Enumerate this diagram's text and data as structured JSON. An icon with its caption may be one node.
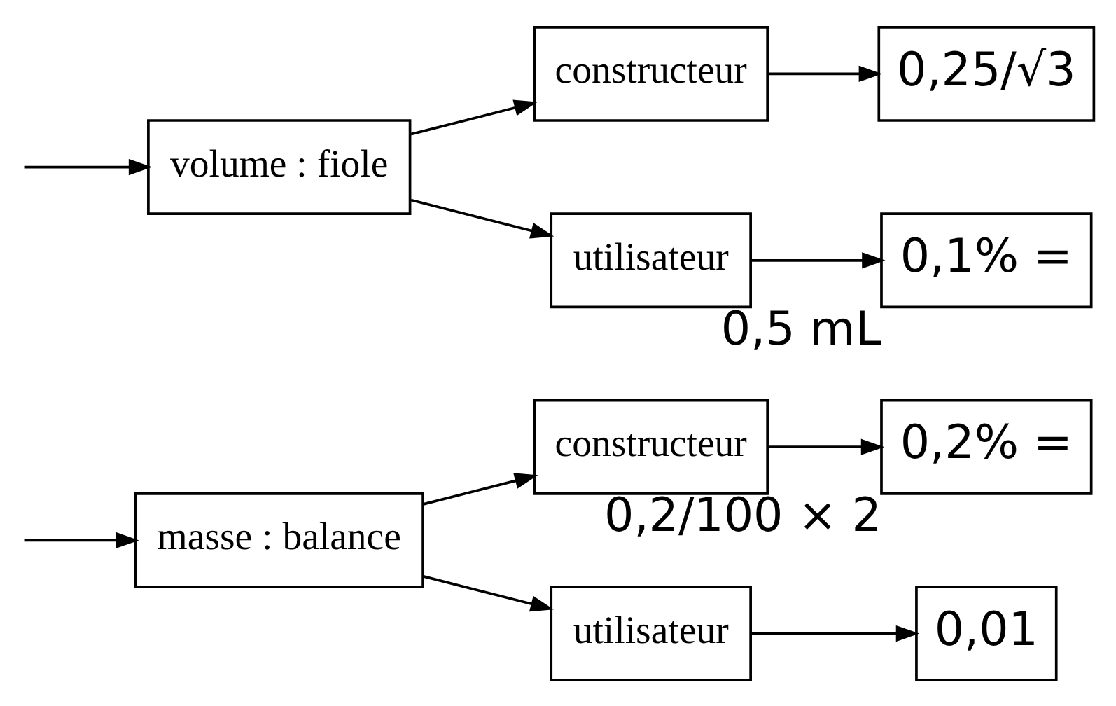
{
  "diagram": {
    "nodes": [
      {
        "text": [
          "masse : balance"
        ]
      },
      {
        "text": [
          "constructeur"
        ]
      },
      {
        "text": [
          "0,2% ="
        ],
        "beside": [
          "0,2/100 × 2"
        ]
      },
      {
        "text": [
          "utilisateur"
        ]
      },
      {
        "text": [
          "0,01"
        ]
      },
      {
        "text": [
          "volume : fiole"
        ]
      },
      {
        "text": [
          "constructeur"
        ]
      },
      {
        "text": [
          "0,25/√3"
        ]
      },
      {
        "text": [
          "utilisateur"
        ]
      },
      {
        "text": [
          "0,1% ="
        ],
        "beside": [
          "0,5 mL"
        ]
      }
    ],
    "edges": [
      {
        "from": null,
        "to": 0,
        "arrow": "to"
      },
      {
        "from": 0,
        "to": 1,
        "arrow": "to"
      },
      {
        "from": 1,
        "to": 2,
        "arrow": "to"
      },
      {
        "from": 0,
        "to": 3,
        "arrow": "to"
      },
      {
        "from": 3,
        "to": 4,
        "arrow": "to"
      },
      {
        "from": null,
        "to": 5,
        "arrow": "to"
      },
      {
        "from": 5,
        "to": 6,
        "arrow": "to"
      },
      {
        "from": 6,
        "to": 7,
        "arrow": "to"
      },
      {
        "from": 5,
        "to": 8,
        "arrow": "to"
      },
      {
        "from": 8,
        "to": 9,
        "arrow": "to"
      }
    ]
  }
}
